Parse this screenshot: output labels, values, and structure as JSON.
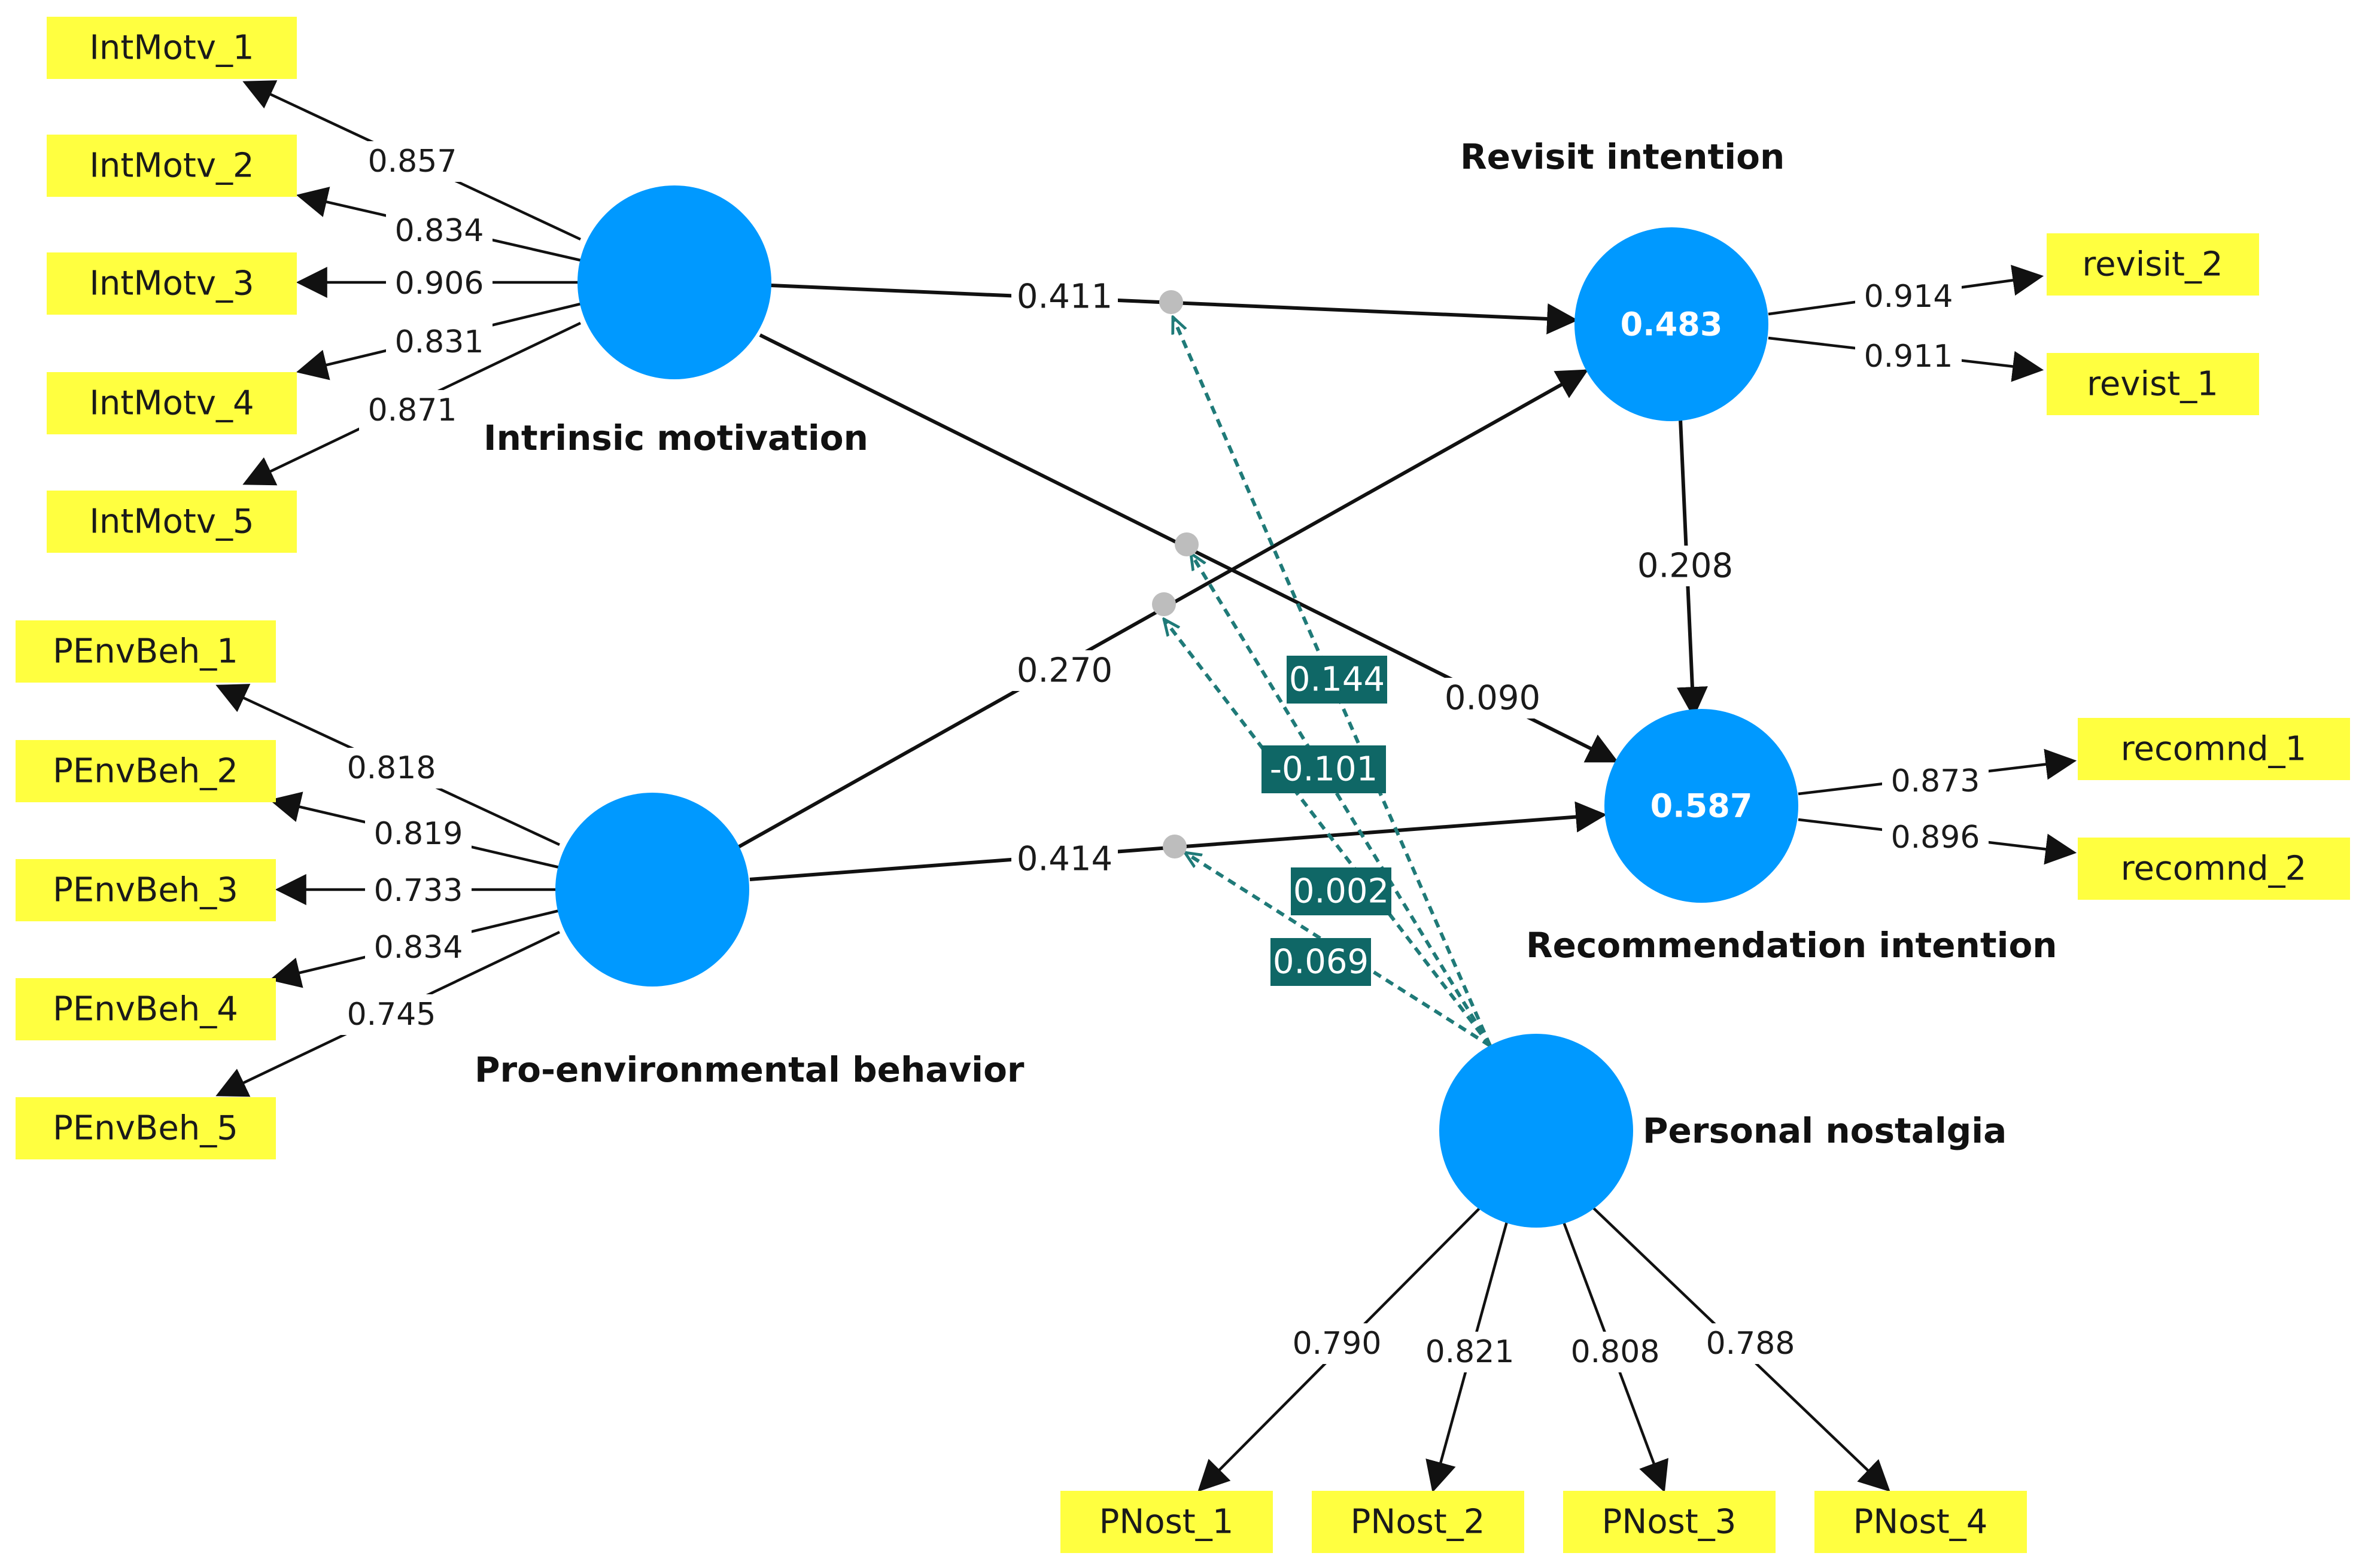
{
  "colors": {
    "construct_fill": "#0099FF",
    "indicator_fill": "#FFFF40",
    "arrow": "#111111",
    "moderation_line": "#1F7A78",
    "moderation_badge": "#0F6766",
    "moderation_node": "#BDBDBD"
  },
  "constructs": {
    "intrinsic_motivation": {
      "label": "Intrinsic motivation",
      "r2": ""
    },
    "pro_environmental_behavior": {
      "label": "Pro-environmental behavior",
      "r2": ""
    },
    "revisit_intention": {
      "label": "Revisit intention",
      "r2": "0.483"
    },
    "recommendation_intention": {
      "label": "Recommendation intention",
      "r2": "0.587"
    },
    "personal_nostalgia": {
      "label": "Personal nostalgia",
      "r2": ""
    }
  },
  "indicators": {
    "intmotv": [
      "IntMotv_1",
      "IntMotv_2",
      "IntMotv_3",
      "IntMotv_4",
      "IntMotv_5"
    ],
    "penvbeh": [
      "PEnvBeh_1",
      "PEnvBeh_2",
      "PEnvBeh_3",
      "PEnvBeh_4",
      "PEnvBeh_5"
    ],
    "revisit": [
      "revisit_2",
      "revist_1"
    ],
    "recommend": [
      "recomnd_1",
      "recomnd_2"
    ],
    "pnost": [
      "PNost_1",
      "PNost_2",
      "PNost_3",
      "PNost_4"
    ]
  },
  "loadings": {
    "intmotv": [
      "0.857",
      "0.834",
      "0.906",
      "0.831",
      "0.871"
    ],
    "penvbeh": [
      "0.818",
      "0.819",
      "0.733",
      "0.834",
      "0.745"
    ],
    "revisit": [
      "0.914",
      "0.911"
    ],
    "recommend": [
      "0.873",
      "0.896"
    ],
    "pnost": [
      "0.790",
      "0.821",
      "0.808",
      "0.788"
    ]
  },
  "paths": {
    "im_to_revisit": "0.411",
    "im_to_recommend": "0.090",
    "peb_to_revisit": "0.270",
    "peb_to_recommend": "0.414",
    "revisit_to_recommend": "0.208"
  },
  "moderations": {
    "im_revisit": "0.144",
    "peb_revisit": "-0.101",
    "im_recommend": "0.002",
    "peb_recommend": "0.069"
  }
}
